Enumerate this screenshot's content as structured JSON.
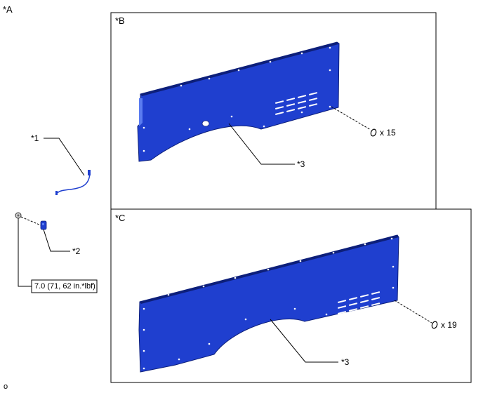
{
  "views": {
    "a": "*A",
    "b": "*B",
    "c": "*C"
  },
  "callouts": {
    "harness": "*1",
    "bolt": "*2",
    "panel_b": "*3",
    "panel_c": "*3"
  },
  "clips": {
    "b_count": "x 15",
    "c_count": "x 19"
  },
  "torque": {
    "value": "7.0 (71, 62 in.*lbf)"
  },
  "footer": {
    "mark": "o"
  },
  "colors": {
    "panel": "#1f3fcf",
    "panel_dark": "#0d1f7a",
    "panel_edge": "#5a7cf0",
    "line": "#000000"
  }
}
